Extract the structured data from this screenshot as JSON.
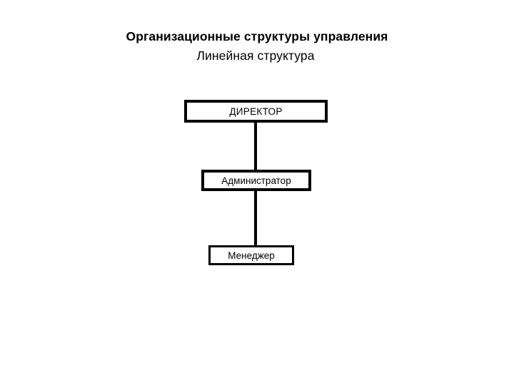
{
  "slide": {
    "background_color": "#ffffff",
    "ink_color": "#000000"
  },
  "heading": {
    "title": "Организационные структуры управления",
    "subtitle": "Линейная структура"
  },
  "chart_data": {
    "type": "diagram",
    "diagram_kind": "organizational-chart",
    "orientation": "vertical",
    "title": "Организационные структуры управления",
    "subtitle": "Линейная структура",
    "nodes": [
      {
        "id": "director",
        "label": "ДИРЕКТОР",
        "level": 1,
        "shape": "rectangle",
        "border_color": "#000000",
        "fill_color": "#ffffff"
      },
      {
        "id": "administrator",
        "label": "Администратор",
        "level": 2,
        "shape": "rectangle",
        "border_color": "#000000",
        "fill_color": "#ffffff"
      },
      {
        "id": "manager",
        "label": "Менеджер",
        "level": 3,
        "shape": "rectangle",
        "border_color": "#000000",
        "fill_color": "#ffffff"
      }
    ],
    "edges": [
      {
        "id": "edge-1",
        "from": "director",
        "to": "administrator",
        "style": "solid-vertical"
      },
      {
        "id": "edge-2",
        "from": "administrator",
        "to": "manager",
        "style": "solid-vertical"
      }
    ]
  }
}
